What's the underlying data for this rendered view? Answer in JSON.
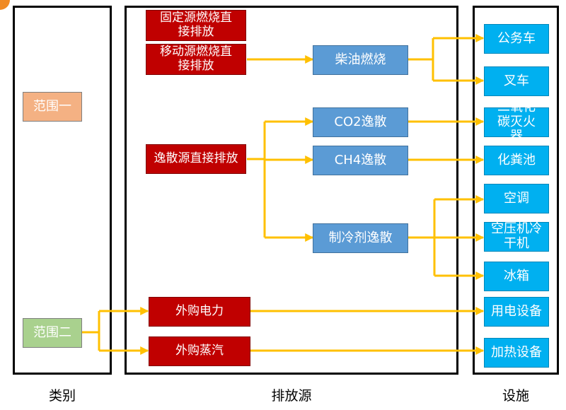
{
  "columns": {
    "category": "类别",
    "source": "排放源",
    "facility": "设施"
  },
  "categories": {
    "scope1": "范围一",
    "scope2": "范围二"
  },
  "sources": {
    "stationary": "固定源燃烧直接排放",
    "mobile": "移动源燃烧直接排放",
    "fugitive": "逸散源直接排放",
    "purchased_power": "外购电力",
    "purchased_steam": "外购蒸汽"
  },
  "activities": {
    "diesel": "柴油燃烧",
    "co2": "CO2逸散",
    "ch4": "CH4逸散",
    "refrigerant": "制冷剂逸散"
  },
  "facilities": {
    "official_car": "公务车",
    "forklift": "叉车",
    "co2_extinguisher": "二氧化碳灭火器",
    "septic_tank": "化粪池",
    "air_conditioner": "空调",
    "compressor_dryer": "空压机冷干机",
    "refrigerator": "冰箱",
    "electric_equipment": "用电设备",
    "heating_equipment": "加热设备"
  },
  "colors": {
    "arrow": "#ffc000",
    "source_box": "#c00000",
    "activity_box": "#5b9bd5",
    "facility_box": "#00b0f0",
    "scope1_box": "#f4b183",
    "scope2_box": "#a9d18e"
  }
}
